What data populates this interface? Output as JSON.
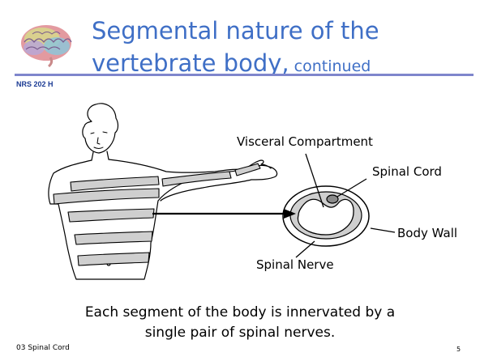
{
  "slide": {
    "title_line1": "Segmental nature of the",
    "title_line2": "vertebrate body,",
    "title_continued": " continued",
    "course_tag": "NRS 202 H",
    "labels": {
      "visceral_compartment": "Visceral Compartment",
      "spinal_cord": "Spinal Cord",
      "body_wall": "Body Wall",
      "spinal_nerve": "Spinal Nerve"
    },
    "caption_line1": "Each segment of the body is innervated by a",
    "caption_line2": "single pair of spinal nerves.",
    "footer_left": "03 Spinal Cord",
    "page_number": "5"
  },
  "icons": {
    "logo": "brain-icon"
  },
  "colors": {
    "title": "#3f6fc6",
    "rule": "#7f86cc",
    "course_tag": "#1b3b94",
    "band_fill": "#cfcfcf"
  }
}
